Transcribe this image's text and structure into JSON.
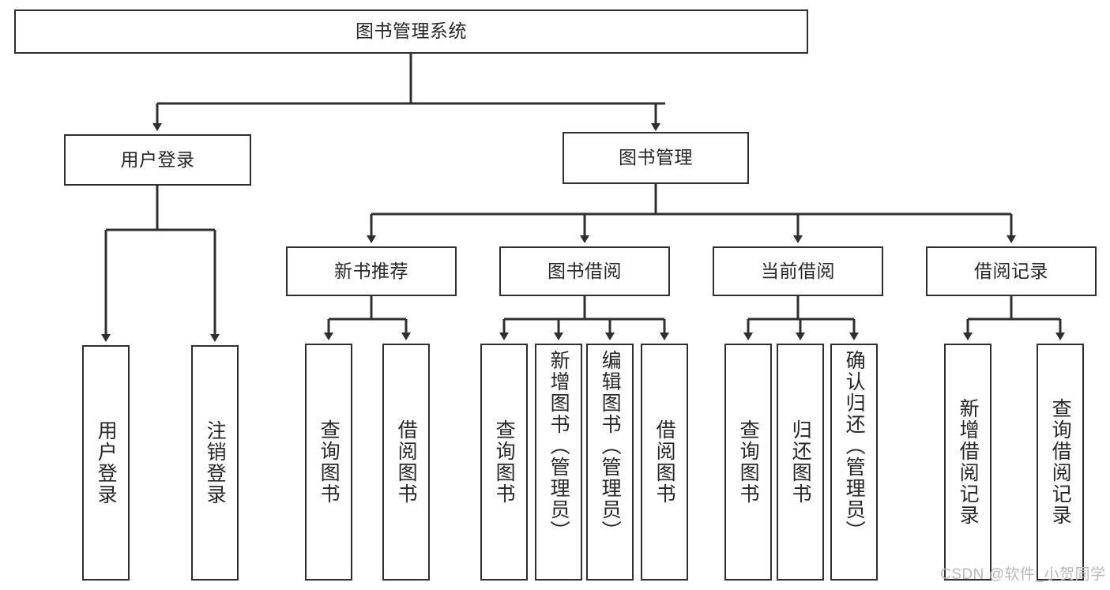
{
  "diagram": {
    "type": "tree-hierarchy-flowchart",
    "title": "图书管理系统",
    "colors": {
      "background": "#ffffff",
      "box_border": "#2f2f2f",
      "box_fill": "#ffffff",
      "text": "#262626",
      "connector": "#2f2f2f",
      "watermark": "#b9b9b9"
    },
    "root": {
      "id": "root",
      "label": "图书管理系统",
      "orientation": "horizontal"
    },
    "level1": [
      {
        "id": "user-login",
        "label": "用户登录",
        "orientation": "horizontal"
      },
      {
        "id": "book-management",
        "label": "图书管理",
        "orientation": "horizontal"
      }
    ],
    "level2": [
      {
        "id": "new-book-recommend",
        "label": "新书推荐",
        "orientation": "horizontal",
        "parent": "book-management"
      },
      {
        "id": "book-borrow",
        "label": "图书借阅",
        "orientation": "horizontal",
        "parent": "book-management"
      },
      {
        "id": "current-borrow",
        "label": "当前借阅",
        "orientation": "horizontal",
        "parent": "book-management"
      },
      {
        "id": "borrow-record",
        "label": "借阅记录",
        "orientation": "horizontal",
        "parent": "book-management"
      }
    ],
    "leaves": {
      "user_login": [
        {
          "id": "leaf-user-login",
          "label": "用户登录",
          "orientation": "vertical"
        },
        {
          "id": "leaf-logout-login",
          "label": "注销登录",
          "orientation": "vertical"
        }
      ],
      "new_book_recommend": [
        {
          "id": "leaf-query-book-1",
          "label": "查询图书",
          "orientation": "vertical"
        },
        {
          "id": "leaf-borrow-book-1",
          "label": "借阅图书",
          "orientation": "vertical"
        }
      ],
      "book_borrow": [
        {
          "id": "leaf-query-book-2",
          "label": "查询图书",
          "orientation": "vertical"
        },
        {
          "id": "leaf-add-book",
          "label": "新增图书（管理员）",
          "orientation": "vertical"
        },
        {
          "id": "leaf-edit-book",
          "label": "编辑图书（管理员）",
          "orientation": "vertical"
        },
        {
          "id": "leaf-borrow-book-2",
          "label": "借阅图书",
          "orientation": "vertical"
        }
      ],
      "current_borrow": [
        {
          "id": "leaf-query-book-3",
          "label": "查询图书",
          "orientation": "vertical"
        },
        {
          "id": "leaf-return-book",
          "label": "归还图书",
          "orientation": "vertical"
        },
        {
          "id": "leaf-confirm-return",
          "label": "确认归还（管理员）",
          "orientation": "vertical"
        }
      ],
      "borrow_record": [
        {
          "id": "leaf-add-record",
          "label": "新增借阅记录",
          "orientation": "vertical"
        },
        {
          "id": "leaf-query-record",
          "label": "查询借阅记录",
          "orientation": "vertical"
        }
      ]
    }
  },
  "watermark": {
    "text": "CSDN @软件_小贺同学"
  }
}
